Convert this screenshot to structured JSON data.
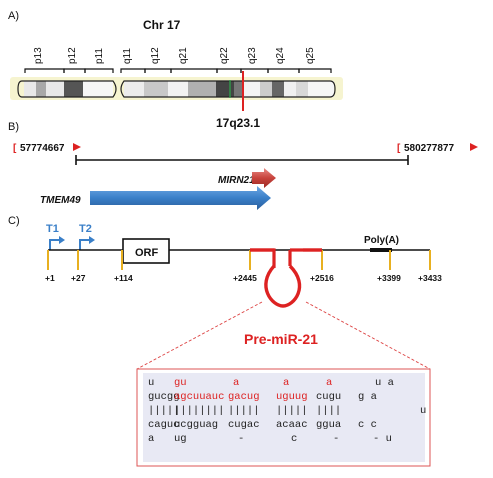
{
  "panel_a": {
    "label": "A)",
    "chromosome": "Chr 17",
    "bands": [
      "p13",
      "p12",
      "p11",
      "q11",
      "q12",
      "q21",
      "q22",
      "q23",
      "q24",
      "q25"
    ],
    "locus": "17q23.1"
  },
  "panel_b": {
    "label": "B)",
    "left_coord": "57774667",
    "right_coord": "580277877",
    "gene_mirn21": "MIRN21",
    "gene_tmem49": "TMEM49"
  },
  "panel_c": {
    "label": "C)",
    "t1": "T1",
    "t2": "T2",
    "orf": "ORF",
    "polya": "Poly(A)",
    "positions": [
      "+1",
      "+27",
      "+114",
      "+2445",
      "+2516",
      "+3399",
      "+3433"
    ],
    "premir": "Pre-miR-21"
  },
  "hairpin": {
    "rows": [
      [
        {
          "t": "u",
          "c": "k"
        },
        {
          "t": "gu",
          "c": "r"
        },
        {
          "t": "a",
          "c": "r"
        },
        {
          "t": "a",
          "c": "r"
        },
        {
          "t": "a",
          "c": "r"
        },
        {
          "t": "u a",
          "c": "k"
        }
      ],
      [
        {
          "t": "gucgg",
          "c": "k"
        },
        {
          "t": "agcuuauc",
          "c": "r"
        },
        {
          "t": "gacug",
          "c": "r"
        },
        {
          "t": "uguug",
          "c": "r"
        },
        {
          "t": "cugu",
          "c": "k"
        },
        {
          "t": "g a",
          "c": "k"
        }
      ],
      [
        {
          "t": "|||||",
          "c": "k"
        },
        {
          "t": "||||||||",
          "c": "k"
        },
        {
          "t": "|||||",
          "c": "k"
        },
        {
          "t": "|||||",
          "c": "k"
        },
        {
          "t": "||||",
          "c": "k"
        },
        {
          "t": "u",
          "c": "k"
        }
      ],
      [
        {
          "t": "caguc",
          "c": "k"
        },
        {
          "t": "ucgguag",
          "c": "k"
        },
        {
          "t": "cugac",
          "c": "k"
        },
        {
          "t": "acaac",
          "c": "k"
        },
        {
          "t": "ggua",
          "c": "k"
        },
        {
          "t": "c c",
          "c": "k"
        }
      ],
      [
        {
          "t": "a",
          "c": "k"
        },
        {
          "t": "ug",
          "c": "k"
        },
        {
          "t": "-",
          "c": "k"
        },
        {
          "t": "c",
          "c": "k"
        },
        {
          "t": "-",
          "c": "k"
        },
        {
          "t": "- u",
          "c": "k"
        }
      ]
    ]
  },
  "colors": {
    "accent_red": "#dd2222",
    "arrow_blue": "#3a7fc8",
    "marker_yellow": "#e8b020",
    "hairpin_panel": "#e8e9f4"
  }
}
